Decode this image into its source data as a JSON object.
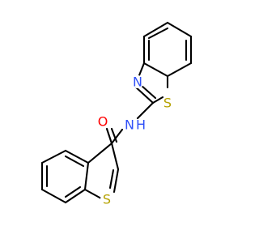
{
  "atoms": {
    "oxygen": {
      "label": "O",
      "color": "#ff0000"
    },
    "nitrogen_amide": {
      "label": "N",
      "color": "#3050f8"
    },
    "hydrogen_amide": {
      "label": "H",
      "color": "#3050f8"
    },
    "nitrogen_ring": {
      "label": "N",
      "color": "#3050f8"
    },
    "sulfur_benzothiazole": {
      "label": "S",
      "color": "#b5a200"
    },
    "sulfur_benzothiophene": {
      "label": "S",
      "color": "#b5a200"
    }
  },
  "bond_color": "#000000"
}
